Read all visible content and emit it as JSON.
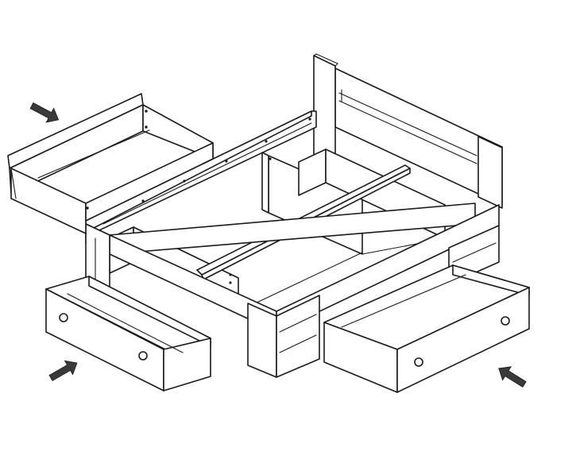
{
  "diagram": {
    "subject": "bed-frame-with-storage-drawers",
    "colors": {
      "line": "#1a1a1a",
      "fill": "#ffffff",
      "arrow": "#3a3a3a",
      "background": "#ffffff"
    },
    "drawers": [
      {
        "id": "drawer-top-left",
        "arrow_direction": "down-right"
      },
      {
        "id": "drawer-bottom-left",
        "arrow_direction": "up-right"
      },
      {
        "id": "drawer-bottom-right",
        "arrow_direction": "up-left"
      }
    ],
    "icons": [
      "insert-arrow-icon",
      "drawer-knob-icon",
      "screw-hole-icon"
    ]
  }
}
